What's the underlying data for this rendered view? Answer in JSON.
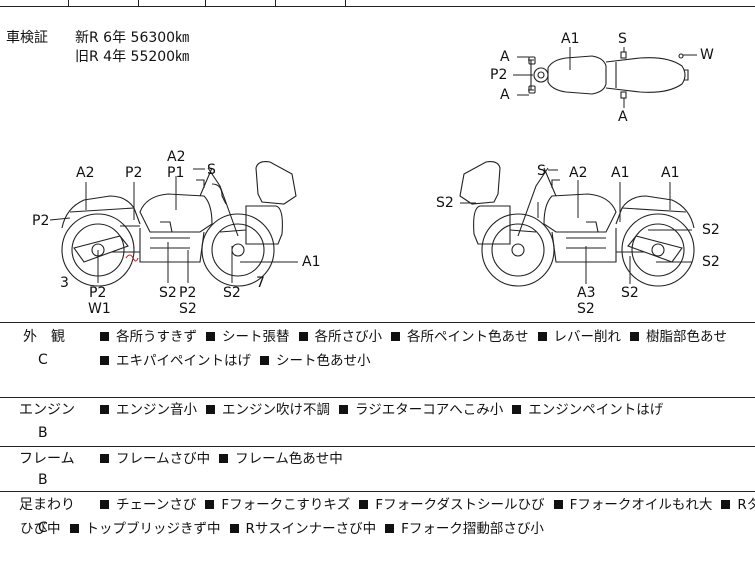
{
  "registration": {
    "label": "車検証",
    "new_line": "新R  6年  56300㎞",
    "old_line": "旧R  4年  55200㎞"
  },
  "diagram_labels": {
    "top": [
      "A1",
      "S",
      "A",
      "P2",
      "A",
      "W",
      "A"
    ],
    "left": [
      "A2",
      "P2",
      "A2",
      "P1",
      "S",
      "P2",
      "A1",
      "3",
      "P2",
      "W1",
      "S2",
      "P2",
      "S2",
      "S2",
      "7"
    ],
    "right": [
      "S",
      "A2",
      "A1",
      "A1",
      "S2",
      "S2",
      "S2",
      "A3",
      "S2",
      "S2"
    ]
  },
  "sections": [
    {
      "name": "外　観",
      "grade": "C",
      "lines": [
        [
          "各所うすきず",
          "シート張替",
          "各所さび小",
          "各所ペイント色あせ",
          "レバー削れ",
          "樹脂部色あせ"
        ],
        [
          "エキパイペイントはげ",
          "シート色あせ小"
        ]
      ]
    },
    {
      "name": "エンジン",
      "grade": "B",
      "lines": [
        [
          "エンジン音小",
          "エンジン吹け不調",
          "ラジエターコアへこみ小",
          "エンジンペイントはげ"
        ]
      ]
    },
    {
      "name": "フレーム",
      "grade": "B",
      "lines": [
        [
          "フレームさび中",
          "フレーム色あせ中"
        ]
      ]
    },
    {
      "name": "足まわり",
      "grade": "C",
      "lines": [
        [
          "チェーンさび",
          "Fフォークこすりキズ",
          "Fフォークダストシールひび",
          "Fフォークオイルもれ大",
          "Rタイヤ"
        ],
        [
          "ひび中",
          "トップブリッジきず中",
          "Rサスインナーさび中",
          "Fフォーク摺動部さび小"
        ]
      ]
    }
  ]
}
